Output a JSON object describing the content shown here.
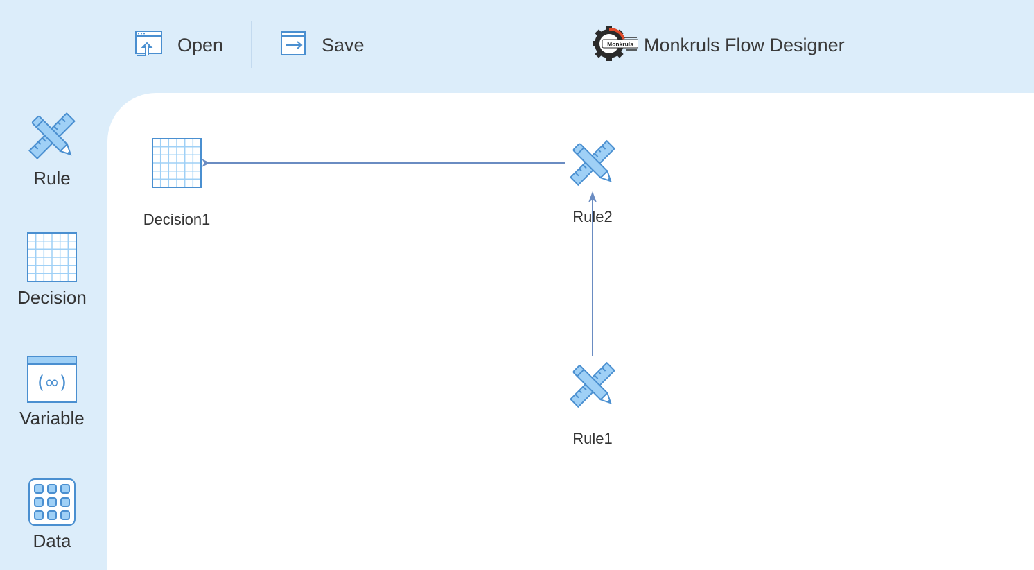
{
  "toolbar": {
    "open_label": "Open",
    "save_label": "Save",
    "app_title": "Monkruls Flow Designer",
    "logo_text": "Monkruls"
  },
  "palette": {
    "items": [
      {
        "label": "Rule",
        "icon": "rule-icon"
      },
      {
        "label": "Decision",
        "icon": "decision-table-icon"
      },
      {
        "label": "Variable",
        "icon": "variable-icon"
      },
      {
        "label": "Data",
        "icon": "data-grid-icon"
      }
    ],
    "variable_glyph": "(∞)"
  },
  "canvas": {
    "nodes": [
      {
        "id": "decision1",
        "label": "Decision1",
        "type": "decision"
      },
      {
        "id": "rule2",
        "label": "Rule2",
        "type": "rule"
      },
      {
        "id": "rule1",
        "label": "Rule1",
        "type": "rule"
      }
    ],
    "edges": [
      {
        "from": "rule2",
        "to": "decision1"
      },
      {
        "from": "rule1",
        "to": "rule2"
      }
    ]
  },
  "colors": {
    "background": "#dcedfa",
    "icon_fill": "#9fd0f6",
    "icon_stroke": "#4a8fd0",
    "edge": "#6a8cc2"
  }
}
